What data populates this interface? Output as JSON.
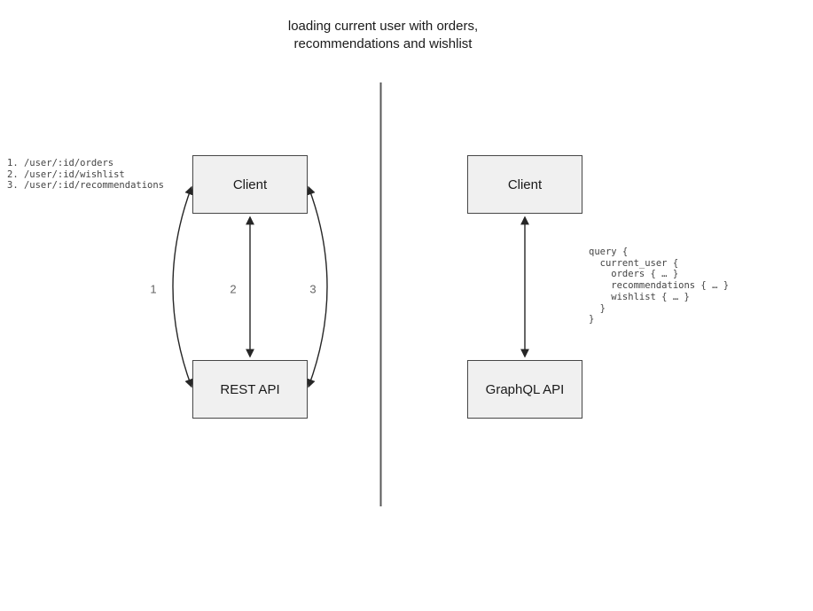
{
  "title": "loading current user with orders,\nrecommendations and wishlist",
  "left_panel": {
    "endpoints": [
      "1. /user/:id/orders",
      "2. /user/:id/wishlist",
      "3. /user/:id/recommendations"
    ],
    "client_box_label": "Client",
    "api_box_label": "REST API",
    "arrow_labels": [
      "1",
      "2",
      "3"
    ]
  },
  "right_panel": {
    "client_box_label": "Client",
    "api_box_label": "GraphQL API",
    "query_lines": [
      "query {",
      "  current_user {",
      "    orders { … }",
      "    recommendations { … }",
      "    wishlist { … }",
      "  }",
      "}"
    ]
  },
  "colors": {
    "box_fill": "#f0f0f0",
    "box_border": "#474747",
    "arrow_line": "#262626",
    "divider_line": "#595959",
    "number_text": "#666666",
    "code_text": "#444444"
  }
}
